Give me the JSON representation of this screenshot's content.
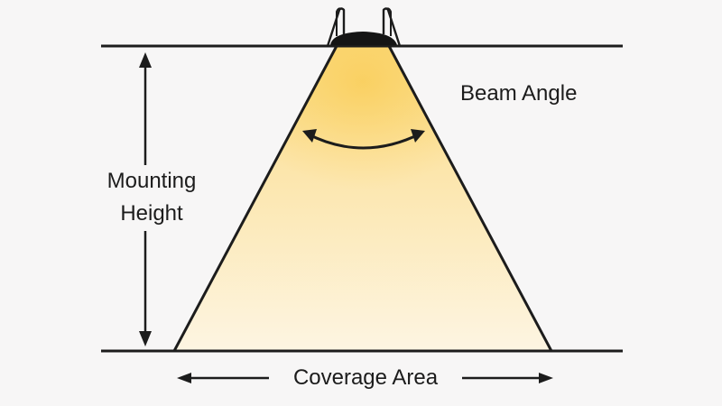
{
  "labels": {
    "beam_angle": "Beam Angle",
    "mounting_height_line1": "Mounting",
    "mounting_height_line2": "Height",
    "coverage_area": "Coverage Area"
  },
  "colors": {
    "background": "#f7f6f6",
    "stroke": "#1c1c1c",
    "light_top": "#fbd97a",
    "light_bottom": "#fdf3dc"
  }
}
